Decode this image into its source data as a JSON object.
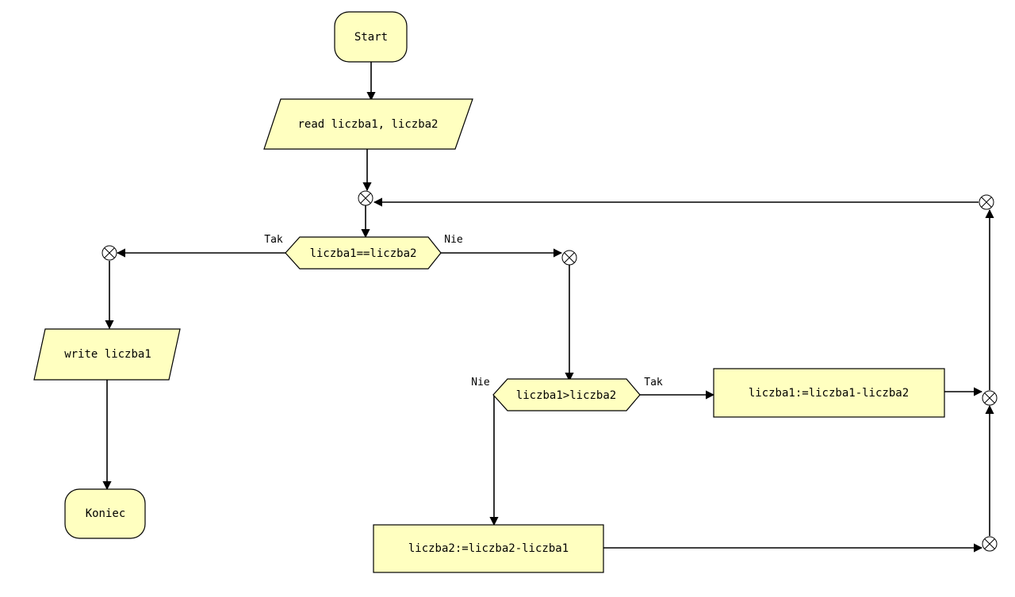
{
  "nodes": {
    "start": "Start",
    "read": "read liczba1, liczba2",
    "decision_equal": "liczba1==liczba2",
    "write": "write liczba1",
    "end": "Koniec",
    "decision_greater": "liczba1>liczba2",
    "assign_1": "liczba1:=liczba1-liczba2",
    "assign_2": "liczba2:=liczba2-liczba1"
  },
  "branches": {
    "equal_yes": "Tak",
    "equal_no": "Nie",
    "greater_yes": "Tak",
    "greater_no": "Nie"
  },
  "colors": {
    "node_fill": "#ffffc0",
    "stroke": "#000000"
  }
}
